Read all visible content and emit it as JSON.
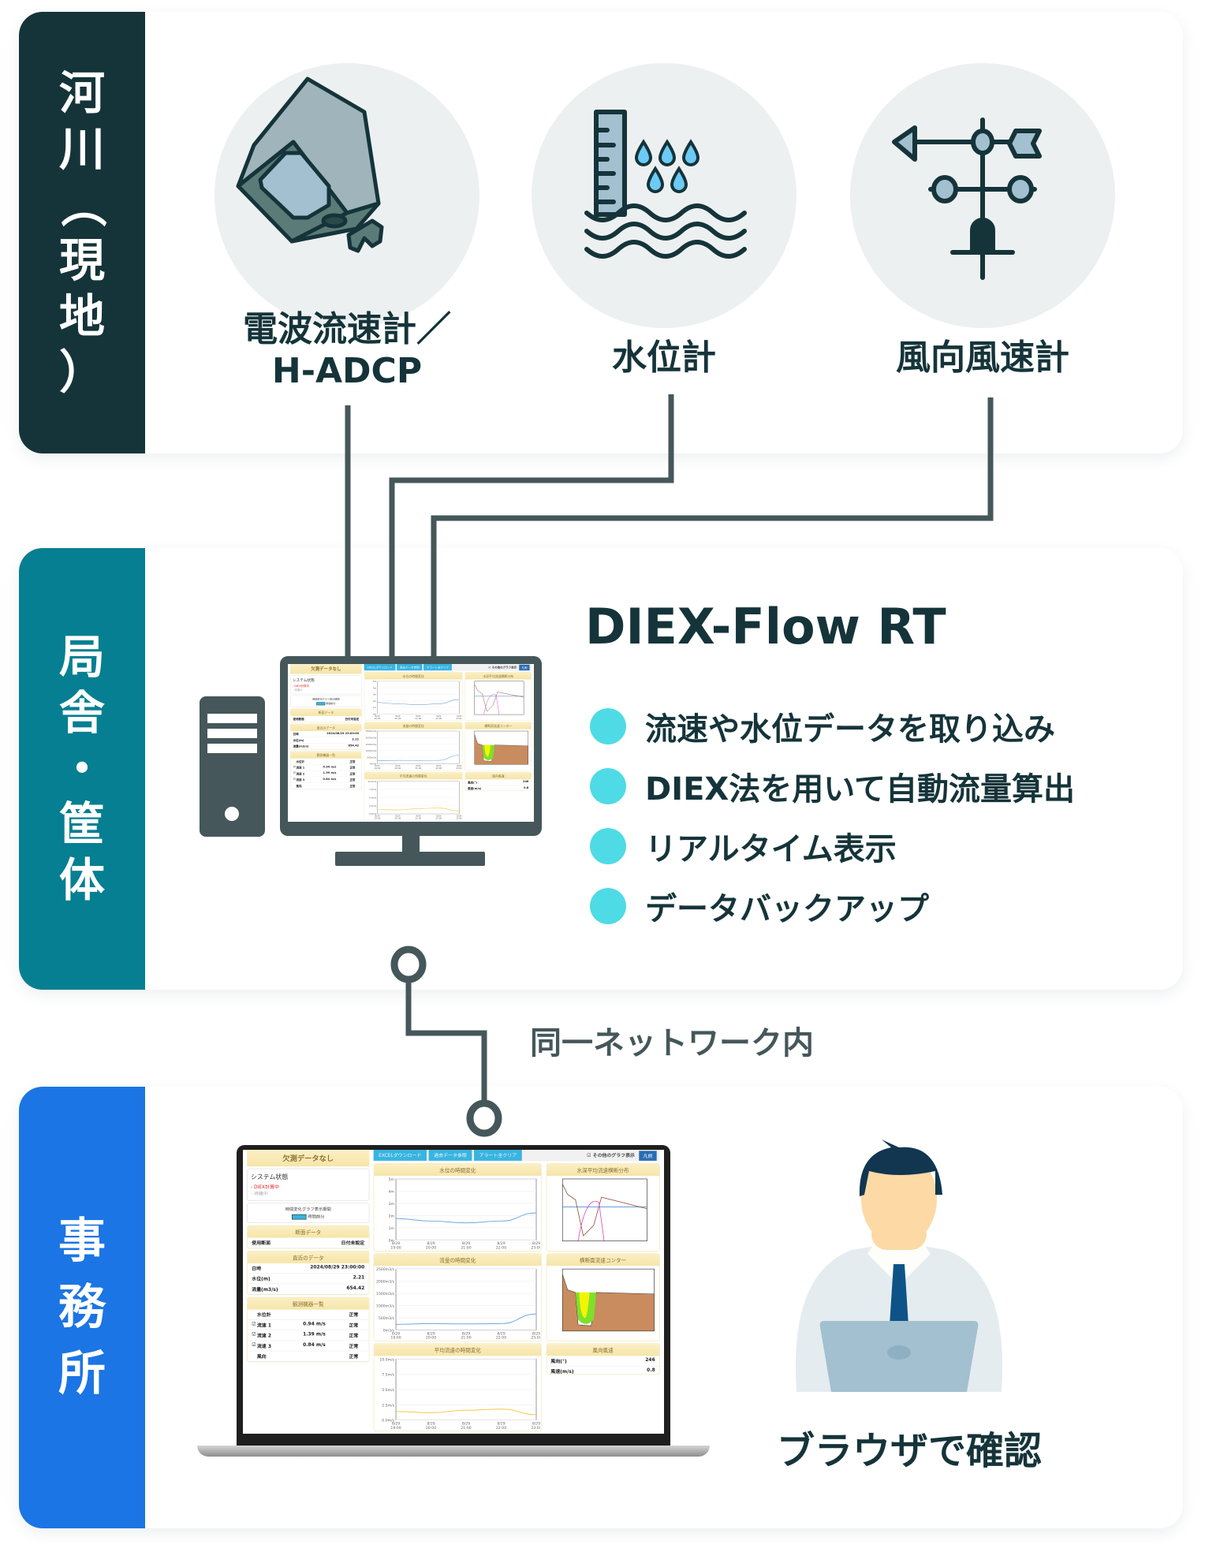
{
  "sections": [
    {
      "label_chars": [
        "河",
        "川",
        "（",
        "現",
        "地",
        "）"
      ],
      "color": "#15343a"
    },
    {
      "label_chars": [
        "局",
        "舎",
        "・",
        "筐",
        "体"
      ],
      "color": "#057f91"
    },
    {
      "label_chars": [
        "事",
        "務",
        "所"
      ],
      "color": "#1b75e4"
    }
  ],
  "devices": [
    {
      "label_line1": "電波流速計／",
      "label_line2": "H-ADCP",
      "icon": "radar-sensor-icon"
    },
    {
      "label_line1": "水位計",
      "icon": "water-gauge-icon"
    },
    {
      "label_line1": "風向風速計",
      "icon": "wind-vane-icon"
    }
  ],
  "product": {
    "title": "DIEX-Flow RT",
    "features": [
      "流速や水位データを取り込み",
      "DIEX法を用いて自動流量算出",
      "リアルタイム表示",
      "データバックアップ"
    ]
  },
  "network_label": "同一ネットワーク内",
  "office_label": "ブラウザで確認",
  "colors": {
    "dark": "#15343a",
    "teal": "#057f91",
    "blue": "#1b75e4",
    "bullet": "#4fdbe5",
    "line": "#45575a"
  },
  "screen_ui": {
    "missing_banner": "欠測データなし",
    "system_status_title": "システム状態",
    "status_running": "- DIEX計算中",
    "status_waiting": "- 待機中",
    "graph_period_label": "時間変化グラフ表示期間",
    "graph_period_unit": "時間前分",
    "section_data_title": "断面データ",
    "section_row": {
      "label": "使用断面",
      "value": "日付未設定"
    },
    "latest_title": "直近のデータ",
    "latest_rows": [
      {
        "label": "日時",
        "value": "2024/08/29 23:00:00"
      },
      {
        "label": "水位(m)",
        "value": "2.21"
      },
      {
        "label": "流量(m3/s)",
        "value": "654.42"
      }
    ],
    "instruments_title": "観測機器一覧",
    "instruments": [
      {
        "name": "水位計",
        "value": "",
        "status": "正常",
        "checked": false
      },
      {
        "name": "流速 1",
        "value": "0.94 m/s",
        "status": "正常",
        "checked": true
      },
      {
        "name": "流速 2",
        "value": "1.39 m/s",
        "status": "正常",
        "checked": true
      },
      {
        "name": "流速 3",
        "value": "0.84 m/s",
        "status": "正常",
        "checked": true
      },
      {
        "name": "風向",
        "value": "",
        "status": "正常",
        "checked": false
      }
    ],
    "buttons": [
      "EXCELダウンロード",
      "過去データ参照",
      "アラート全クリア"
    ],
    "other_graphs_label": "その他のグラフ表示",
    "legend_button": "凡例",
    "chart_titles": {
      "water_level": "水位の時間変化",
      "discharge": "流量の時間変化",
      "mean_velocity": "平均流速の時間変化",
      "depth_avg_dist": "水深平均流速横断分布",
      "contour": "横断面流速コンター",
      "wind": "風向風速"
    },
    "wind_rows": [
      {
        "label": "風向(°)",
        "value": "246"
      },
      {
        "label": "風速(m/s)",
        "value": "0.8"
      }
    ],
    "x_ticks": [
      "8/29 19:00",
      "8/29 20:00",
      "8/29 21:00",
      "8/29 22:00",
      "8/29 23:00"
    ]
  },
  "chart_data": [
    {
      "type": "line",
      "title": "水位の時間変化",
      "x": [
        "8/29 19:00",
        "8/29 20:00",
        "8/29 21:00",
        "8/29 22:00",
        "8/29 23:00"
      ],
      "y_ticks": [
        "0m",
        "1m",
        "2m",
        "3m",
        "4m",
        "5m"
      ],
      "ylim": [
        0,
        5
      ],
      "series": [
        {
          "name": "水位",
          "values": [
            1.75,
            1.55,
            1.4,
            1.55,
            2.21
          ],
          "color": "#6fa8dc"
        }
      ]
    },
    {
      "type": "line",
      "title": "流量の時間変化",
      "x": [
        "8/29 19:00",
        "8/29 20:00",
        "8/29 21:00",
        "8/29 22:00",
        "8/29 23:00"
      ],
      "y_ticks": [
        "0m3/s",
        "500m3/s",
        "1000m3/s",
        "1500m3/s",
        "2000m3/s",
        "2500m3/s"
      ],
      "ylim": [
        0,
        2500
      ],
      "series": [
        {
          "name": "流量",
          "values": [
            230,
            260,
            250,
            260,
            654
          ],
          "color": "#6fa8dc"
        }
      ]
    },
    {
      "type": "line",
      "title": "平均流速の時間変化",
      "x": [
        "8/29 19:00",
        "8/29 20:00",
        "8/29 21:00",
        "8/29 22:00",
        "8/29 23:00"
      ],
      "y_ticks": [
        "0.0m/s",
        "2.5m/s",
        "5.0m/s",
        "7.5m/s",
        "10.0m/s"
      ],
      "ylim": [
        0,
        10
      ],
      "series": [
        {
          "name": "平均流速",
          "values": [
            1.4,
            1.2,
            1.6,
            1.8,
            0.9
          ],
          "color": "#f6c744"
        }
      ]
    }
  ]
}
